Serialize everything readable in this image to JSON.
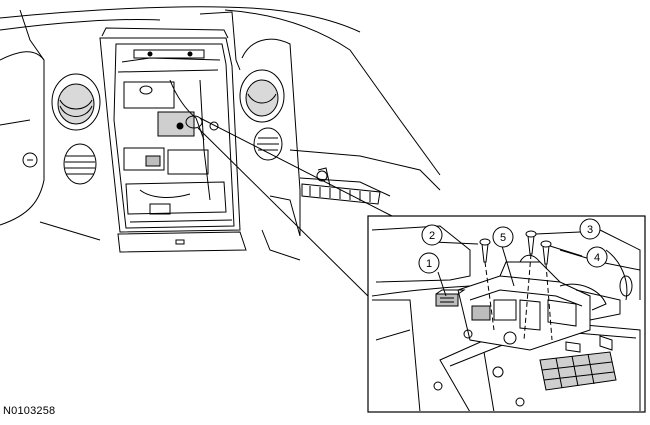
{
  "figure": {
    "id_label": "N0103258"
  },
  "callouts": [
    {
      "number": "1",
      "part": "electrical connector"
    },
    {
      "number": "2",
      "part": "bolt"
    },
    {
      "number": "3",
      "part": "bolt"
    },
    {
      "number": "4",
      "part": "bolt"
    },
    {
      "number": "5",
      "part": "component"
    }
  ],
  "colors": {
    "line": "#000000",
    "shade": "#bdbdbd",
    "background": "#ffffff"
  }
}
